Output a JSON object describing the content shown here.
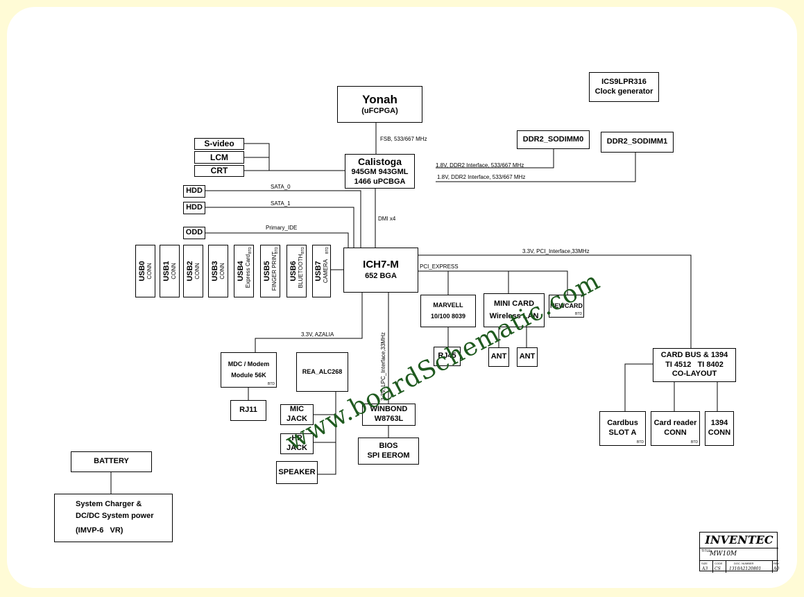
{
  "blocks": {
    "yonah": {
      "title": "Yonah",
      "sub": "(uFCPGA)"
    },
    "calistoga": {
      "title": "Calistoga",
      "sub1": "945GM 943GML",
      "sub2": "1466 uPCBGA"
    },
    "ich7": {
      "title": "ICH7-M",
      "sub": "652 BGA"
    },
    "clock": {
      "line1": "ICS9LPR316",
      "line2": "Clock generator"
    },
    "ddr2_0": "DDR2_SODIMM0",
    "ddr2_1": "DDR2_SODIMM1",
    "svideo": "S-video",
    "lcm": "LCM",
    "crt": "CRT",
    "hdd0": "HDD",
    "hdd1": "HDD",
    "odd": "ODD",
    "marvell": {
      "line1": "MARVELL",
      "line2": "10/100 8039"
    },
    "minicard": {
      "line1": "MINI CARD",
      "line2": "Wireless LAN"
    },
    "newcard": "NEWCARD",
    "rj45": "RJ45",
    "ant1": "ANT",
    "ant2": "ANT",
    "cardbus": {
      "line1": "CARD BUS & 1394",
      "line2": "TI 4512   TI 8402",
      "line3": "CO-LAYOUT"
    },
    "cardbus_slot": {
      "line1": "Cardbus",
      "line2": "SLOT A"
    },
    "card_reader": {
      "line1": "Card reader",
      "line2": "CONN"
    },
    "conn1394": {
      "line1": "1394",
      "line2": "CONN"
    },
    "mdc": {
      "line1": "MDC / Modem",
      "line2": "Module 56K"
    },
    "rea": "REA_ALC268",
    "rj11": "RJ11",
    "mic": {
      "line1": "MIC",
      "line2": "JACK"
    },
    "hp": {
      "line1": "HP",
      "line2": "JACK"
    },
    "speaker": "SPEAKER",
    "winbond": {
      "line1": "WINBOND",
      "line2": "W8763L"
    },
    "bios": {
      "line1": "BIOS",
      "line2": "SPI EEROM"
    },
    "battery": "BATTERY",
    "charger": {
      "line1": "System Charger &",
      "line2": "DC/DC System power",
      "line3": "(IMVP-6   VR)"
    },
    "btd": "BTD"
  },
  "usb": [
    {
      "name": "USB0",
      "sub": "CONN",
      "btd": ""
    },
    {
      "name": "USB1",
      "sub": "CONN",
      "btd": ""
    },
    {
      "name": "USB2",
      "sub": "CONN",
      "btd": ""
    },
    {
      "name": "USB3",
      "sub": "CONN",
      "btd": ""
    },
    {
      "name": "USB4",
      "sub": "Express Card",
      "btd": "BTD"
    },
    {
      "name": "USB5",
      "sub": "FINGER PRINT",
      "btd": "BTD"
    },
    {
      "name": "USB6",
      "sub": "BLUETOOTH",
      "btd": "BTD"
    },
    {
      "name": "USB7",
      "sub": "CAMERA",
      "btd": "BTD"
    }
  ],
  "buses": {
    "fsb": "FSB, 533/667 MHz",
    "ddr_a": "1.8V, DDR2 Interface, 533/667 MHz",
    "ddr_b": "1.8V, DDR2 Interface, 533/667 MHz",
    "sata0": "SATA_0",
    "sata1": "SATA_1",
    "pide": "Primary_IDE",
    "dmi": "DMI x4",
    "pci": "3.3V, PCI_Interface,33MHz",
    "pcie": "PCI_EXPRESS",
    "azalia": "3.3V, AZALIA",
    "lpc": "3.3V, LPC_Interface,33MHz"
  },
  "watermark": "www.boardSchematic.com",
  "titleblock": {
    "company": "INVENTEC",
    "title_key": "TITLE",
    "title": "MW10M",
    "size_key": "SIZE",
    "size": "A3",
    "code_key": "CODE",
    "code": "CS",
    "doc_key": "DOC. NUMBER",
    "doc": "1310A2120801",
    "rev_key": "REV",
    "rev": "A0"
  }
}
